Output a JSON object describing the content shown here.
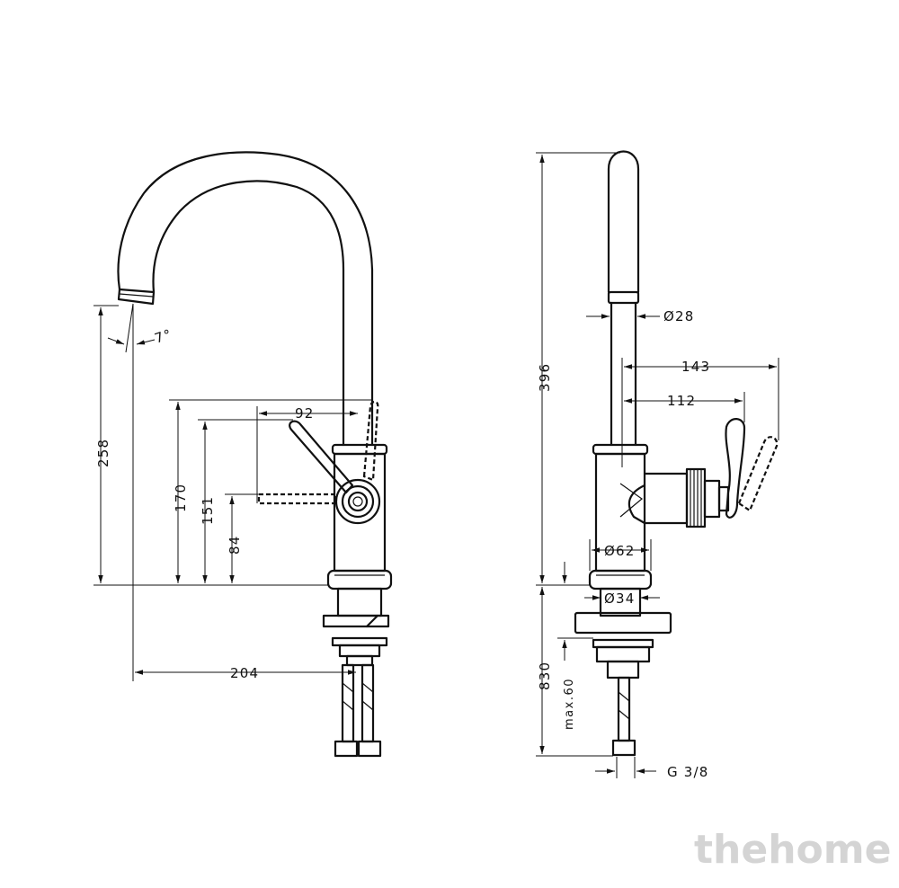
{
  "diagram": {
    "front_view": {
      "dim_height_spout": "258",
      "dim_height_170": "170",
      "dim_height_151": "151",
      "dim_height_84": "84",
      "dim_handle_92": "92",
      "dim_reach_204": "204",
      "dim_angle": "7°"
    },
    "side_view": {
      "dim_total_height": "396",
      "dim_spout_diameter": "Ø28",
      "dim_handle_143": "143",
      "dim_handle_112": "112",
      "dim_body_diameter": "Ø62",
      "dim_base_diameter": "Ø34",
      "dim_below_830": "830",
      "dim_max_60": "max.60",
      "dim_thread": "G 3/8"
    },
    "watermark": "thehome"
  }
}
